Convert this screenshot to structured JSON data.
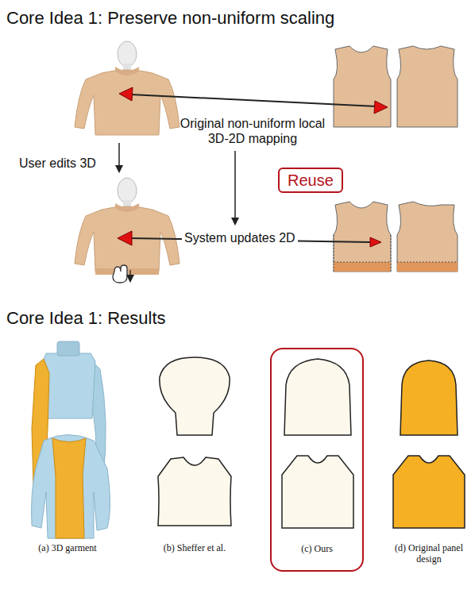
{
  "diagram": {
    "title": "Core Idea 1: Preserve non-uniform scaling",
    "nodes": [
      {
        "text": [
          "Reuse"
        ]
      },
      {
        "text": [
          "(c) Ours"
        ]
      }
    ],
    "labels": [
      "Original non-uniform local 3D-2D mapping",
      "User edits 3D",
      "System updates 2D",
      "Core Idea 1: Results",
      "(a) 3D garment",
      "(b) Sheffer et al.",
      "(d) Original panel design"
    ]
  }
}
